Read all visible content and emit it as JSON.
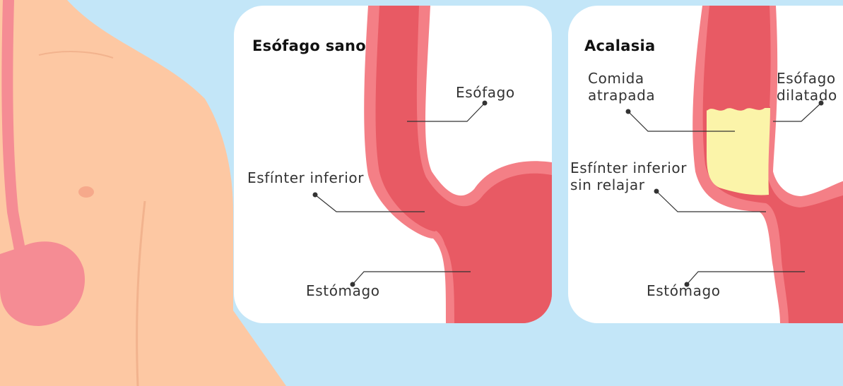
{
  "healthy": {
    "title": "Esófago sano",
    "labels": {
      "esophagus": "Esófago",
      "lower_sphincter": "Esfínter inferior",
      "stomach": "Estómago"
    }
  },
  "achalasia": {
    "title": "Acalasia",
    "labels": {
      "trapped_food_line1": "Comida",
      "trapped_food_line2": "atrapada",
      "dilated_line1": "Esófago",
      "dilated_line2": "dilatado",
      "sphincter_line1": "Esfínter inferior",
      "sphincter_line2": "sin relajar",
      "stomach": "Estómago"
    }
  },
  "colors": {
    "background": "#c3e6f8",
    "skin": "#fdc8a3",
    "tissue_outer": "#f47f86",
    "tissue_inner": "#e85a64",
    "food": "#fbf4a9"
  }
}
